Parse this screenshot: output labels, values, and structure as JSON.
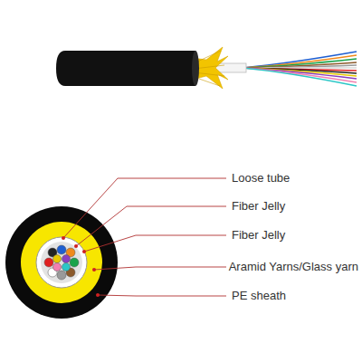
{
  "diagram": {
    "labels": [
      "Loose tube",
      "Fiber Jelly",
      "Fiber Jelly",
      "Aramid Yarns/Glass yarn",
      "PE sheath"
    ]
  }
}
